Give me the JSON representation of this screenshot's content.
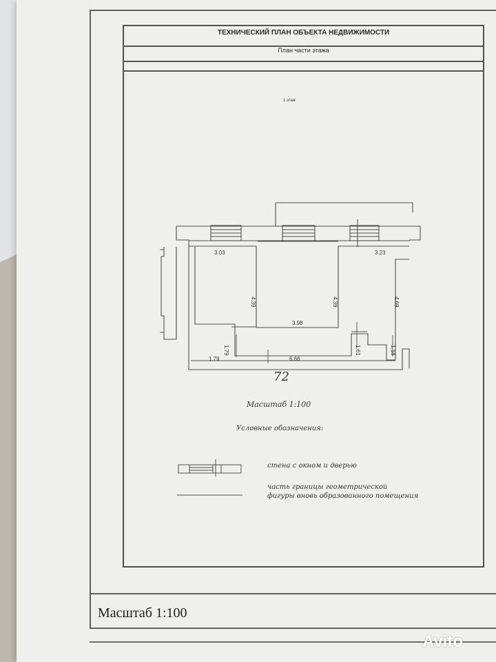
{
  "document": {
    "title": "ТЕХНИЧЕСКИЙ ПЛАН ОБЪЕКТА НЕДВИЖИМОСТИ",
    "subtitle": "План части этажа",
    "floor_label": "1 этаж",
    "plan_number": "72",
    "scale_note": "Масштаб 1:100",
    "bottom_scale": "Масштаб 1:100",
    "legend_heading": "Условные обозначения:",
    "legend_wall_window_door": "стена с окном и дверью",
    "legend_boundary_line1": "часть границы геометрической",
    "legend_boundary_line2": "фигуры вновь образованного помещения",
    "dimensions": {
      "left_room_width": "3.03",
      "right_room_width": "3.23",
      "left_room_depth": "4.39",
      "middle_room_depth": "4.39",
      "right_room_depth": "4.69",
      "corridor_top": "3.98",
      "small_room_height": "1.79",
      "small_room_width": "1.79",
      "corridor_width": "6.66",
      "right_small_height_1": "1.61",
      "right_small_height_2": "1.18"
    }
  },
  "watermark": {
    "text": "Avito"
  }
}
